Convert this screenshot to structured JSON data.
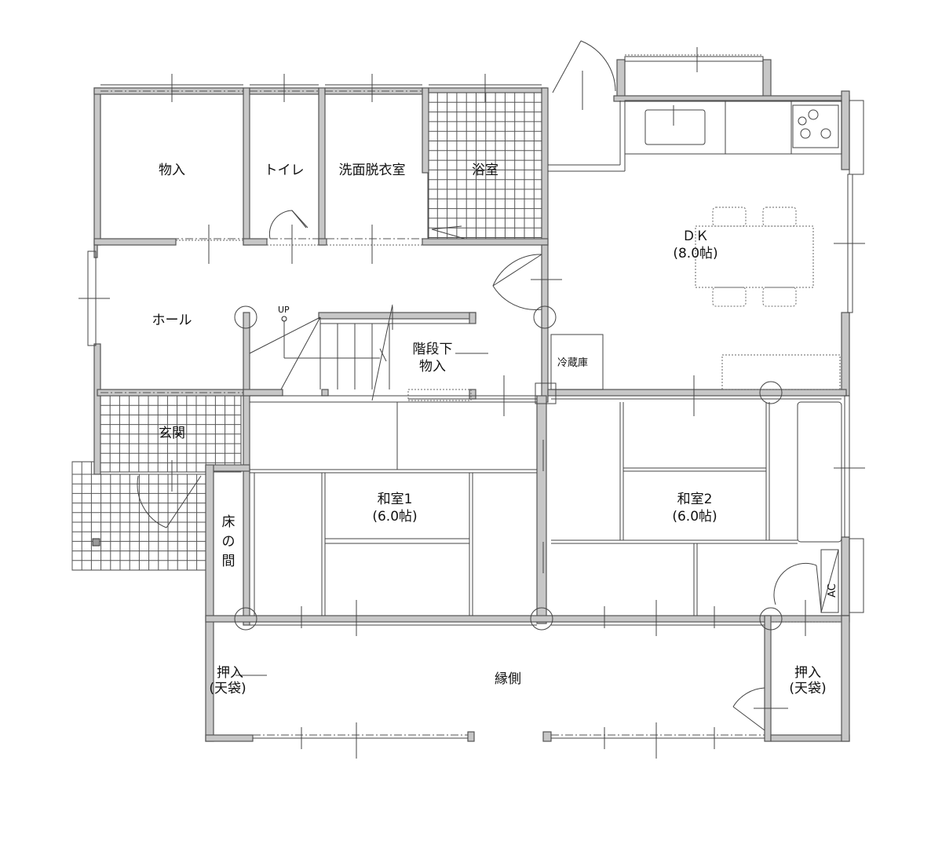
{
  "rooms": {
    "storage": "物入",
    "toilet": "トイレ",
    "washroom": "洗面脱衣室",
    "bathroom": "浴室",
    "dk": "ＤＫ",
    "dk_size": "(8.0帖)",
    "hall": "ホール",
    "stair_storage_1": "階段下",
    "stair_storage_2": "物入",
    "fridge": "冷蔵庫",
    "entrance": "玄関",
    "tokonoma_1": "床",
    "tokonoma_2": "の",
    "tokonoma_3": "間",
    "washitsu1": "和室1",
    "washitsu1_size": "(6.0帖)",
    "washitsu2": "和室2",
    "washitsu2_size": "(6.0帖)",
    "engawa": "縁側",
    "closet_left_1": "押入",
    "closet_left_2": "(天袋)",
    "closet_right_1": "押入",
    "closet_right_2": "(天袋)",
    "ac": "AC"
  },
  "stair": {
    "up_label": "UP"
  }
}
